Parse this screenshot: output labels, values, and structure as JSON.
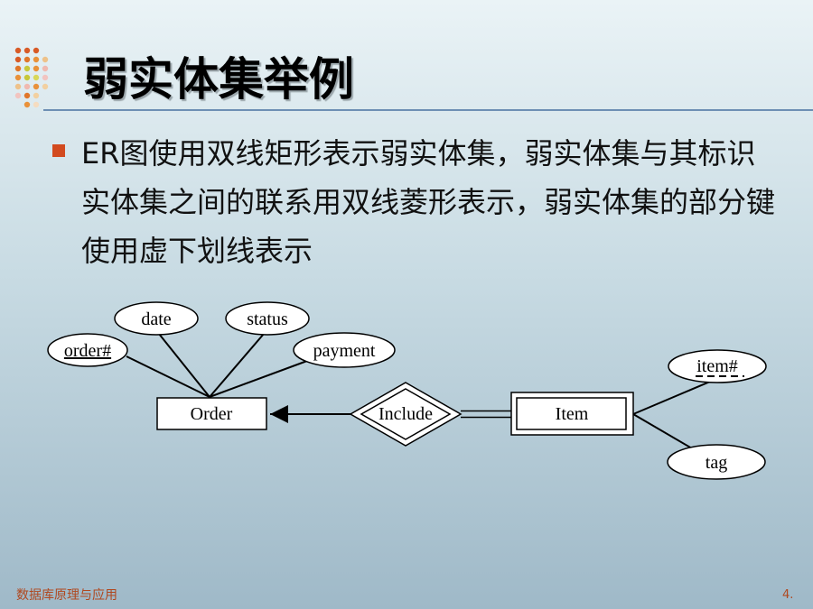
{
  "slide": {
    "title": "弱实体集举例",
    "bullet": "ER图使用双线矩形表示弱实体集，弱实体集与其标识实体集之间的联系用双线菱形表示，弱实体集的部分键使用虚下划线表示",
    "footer_left": "数据库原理与应用",
    "footer_right": "4."
  },
  "diagram": {
    "entity_order": "Order",
    "weak_entity_item": "Item",
    "relationship_include": "Include",
    "attr_order_no": "order#",
    "attr_date": "date",
    "attr_status": "status",
    "attr_payment": "payment",
    "attr_item_no": "item#",
    "attr_tag": "tag"
  },
  "colors": {
    "accent_bullet": "#d24a1f",
    "title_rule": "#6d8fb4"
  }
}
